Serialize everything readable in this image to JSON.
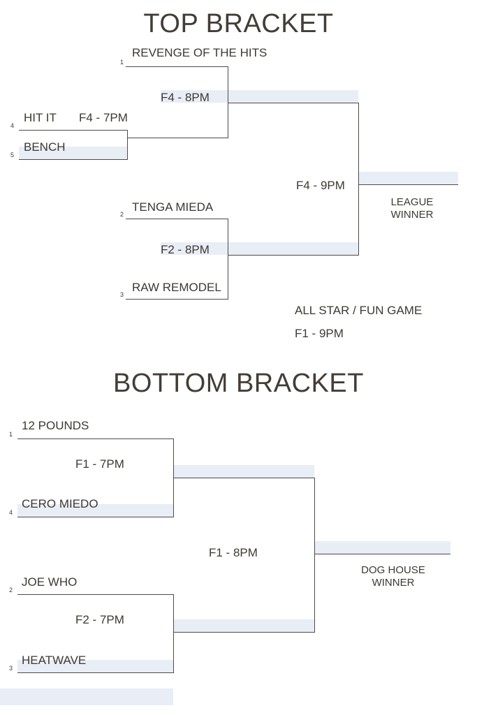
{
  "colors": {
    "text": "#3d3933",
    "line": "#4f4b44",
    "shade": "#e9edf6"
  },
  "top_bracket": {
    "title": "TOP BRACKET",
    "teams": {
      "revenge": {
        "seed": "1",
        "name": "REVENGE OF THE HITS"
      },
      "hit_it": {
        "seed": "4",
        "name": "HIT IT"
      },
      "bench": {
        "seed": "5",
        "name": "BENCH"
      },
      "tenga_mieda": {
        "seed": "2",
        "name": "TENGA MIEDA"
      },
      "raw_remodel": {
        "seed": "3",
        "name": "RAW REMODEL"
      }
    },
    "matches": {
      "play_in": "F4 - 7PM",
      "semifinal_top": "F4 - 8PM",
      "semifinal_bottom": "F2 - 8PM",
      "final": "F4 - 9PM"
    },
    "champion": {
      "line1": "LEAGUE",
      "line2": "WINNER"
    },
    "all_star_game": {
      "line1": "ALL STAR / FUN GAME",
      "line2": "F1 - 9PM"
    }
  },
  "bottom_bracket": {
    "title": "BOTTOM BRACKET",
    "teams": {
      "twelve_pounds": {
        "seed": "1",
        "name": "12 POUNDS"
      },
      "cero_miedo": {
        "seed": "4",
        "name": "CERO MIEDO"
      },
      "joe_who": {
        "seed": "2",
        "name": "JOE WHO"
      },
      "heatwave": {
        "seed": "3",
        "name": "HEATWAVE"
      }
    },
    "matches": {
      "semifinal_top": "F1 - 7PM",
      "semifinal_bottom": "F2 - 7PM",
      "final": "F1 - 8PM"
    },
    "champion": {
      "line1": "DOG HOUSE",
      "line2": "WINNER"
    }
  }
}
